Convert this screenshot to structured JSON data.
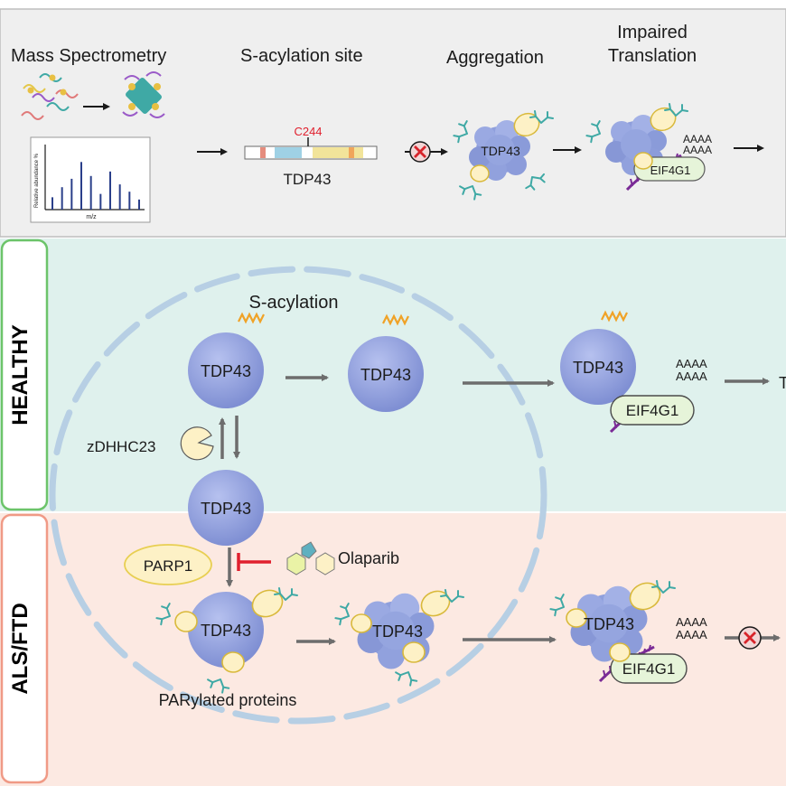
{
  "top_panel": {
    "mass_spec_label": "Mass Spectrometry",
    "acylation_site_label": "S-acylation site",
    "aggregation_label": "Aggregation",
    "impaired_label_line1": "Impaired",
    "impaired_label_line2": "Translation",
    "site_label": "C244",
    "protein_label": "TDP43",
    "aggregate_label": "TDP43",
    "poly_a_line1": "AAAA",
    "poly_a_line2": "AAAA",
    "eif_label": "EIF4G1",
    "ms_yaxis_label": "Relative abundance %",
    "ms_xaxis_label": "m/z",
    "ms_peaks": [
      0.22,
      0.4,
      0.55,
      0.85,
      0.6,
      0.28,
      0.68,
      0.45,
      0.32,
      0.18
    ]
  },
  "healthy_panel": {
    "side_label": "HEALTHY",
    "s_acylation_label": "S-acylation",
    "tdp_a": "TDP43",
    "tdp_b": "TDP43",
    "tdp_c": "TDP43",
    "tdp_center": "TDP43",
    "enzyme_label": "zDHHC23",
    "poly_a_line1": "AAAA",
    "poly_a_line2": "AAAA",
    "eif_label": "EIF4G1",
    "cut_label": "T"
  },
  "disease_panel": {
    "side_label": "ALS/FTD",
    "parp_label": "PARP1",
    "drug_label": "Olaparib",
    "tdp_a": "TDP43",
    "tdp_b": "TDP43",
    "tdp_c": "TDP43",
    "par_label": "PARylated proteins",
    "poly_a_line1": "AAAA",
    "poly_a_line2": "AAAA",
    "eif_label": "EIF4G1"
  },
  "colors": {
    "top_bg": "#efefef",
    "healthy_bg": "#dff1ed",
    "disease_bg": "#fce9e2",
    "protein": "#8f9fdc",
    "arrow": "#6d6d6d",
    "eif_fill": "#e6f4d9",
    "parp_fill": "#fdf1c6",
    "inhibitor": "#e0202e",
    "rna": "#7a2a96"
  }
}
